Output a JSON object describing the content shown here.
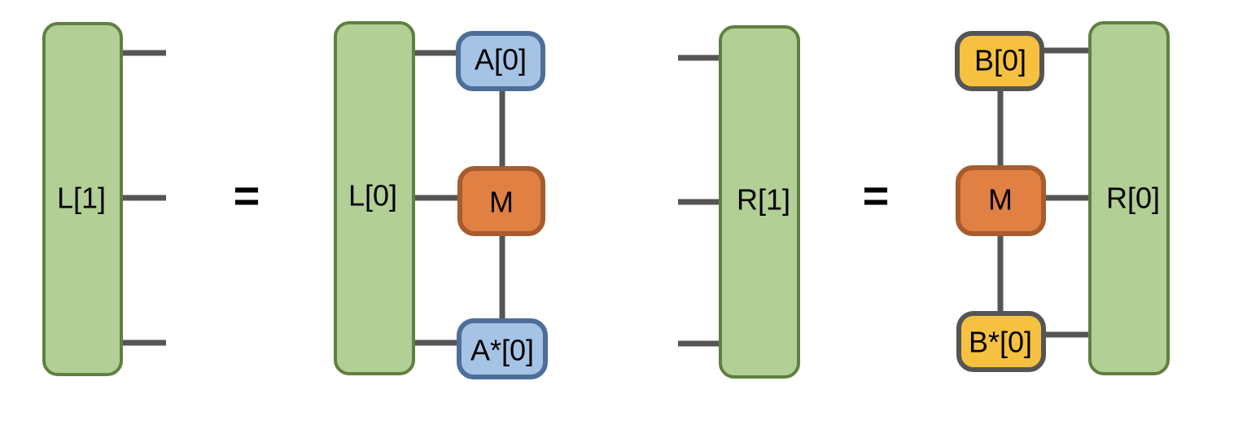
{
  "colors": {
    "env_fill": "#b2cf96",
    "env_stroke": "#617f3f",
    "mps_a_fill": "#a5c3e5",
    "mps_a_stroke": "#4d6f97",
    "mpo_fill": "#e08043",
    "mpo_stroke": "#a75c2e",
    "mps_b_fill": "#f6c041",
    "mps_b_stroke": "#555555",
    "line": "#555555"
  },
  "left_equation": {
    "lhs": {
      "label": "L[1]"
    },
    "equals": "=",
    "rhs": {
      "env": {
        "label": "L[0]"
      },
      "top": {
        "label": "A[0]"
      },
      "middle": {
        "label": "M"
      },
      "bottom": {
        "label": "A*[0]"
      }
    }
  },
  "right_equation": {
    "lhs": {
      "label": "R[1]"
    },
    "equals": "=",
    "rhs": {
      "env": {
        "label": "R[0]"
      },
      "top": {
        "label": "B[0]"
      },
      "middle": {
        "label": "M"
      },
      "bottom": {
        "label": "B*[0]"
      }
    }
  }
}
